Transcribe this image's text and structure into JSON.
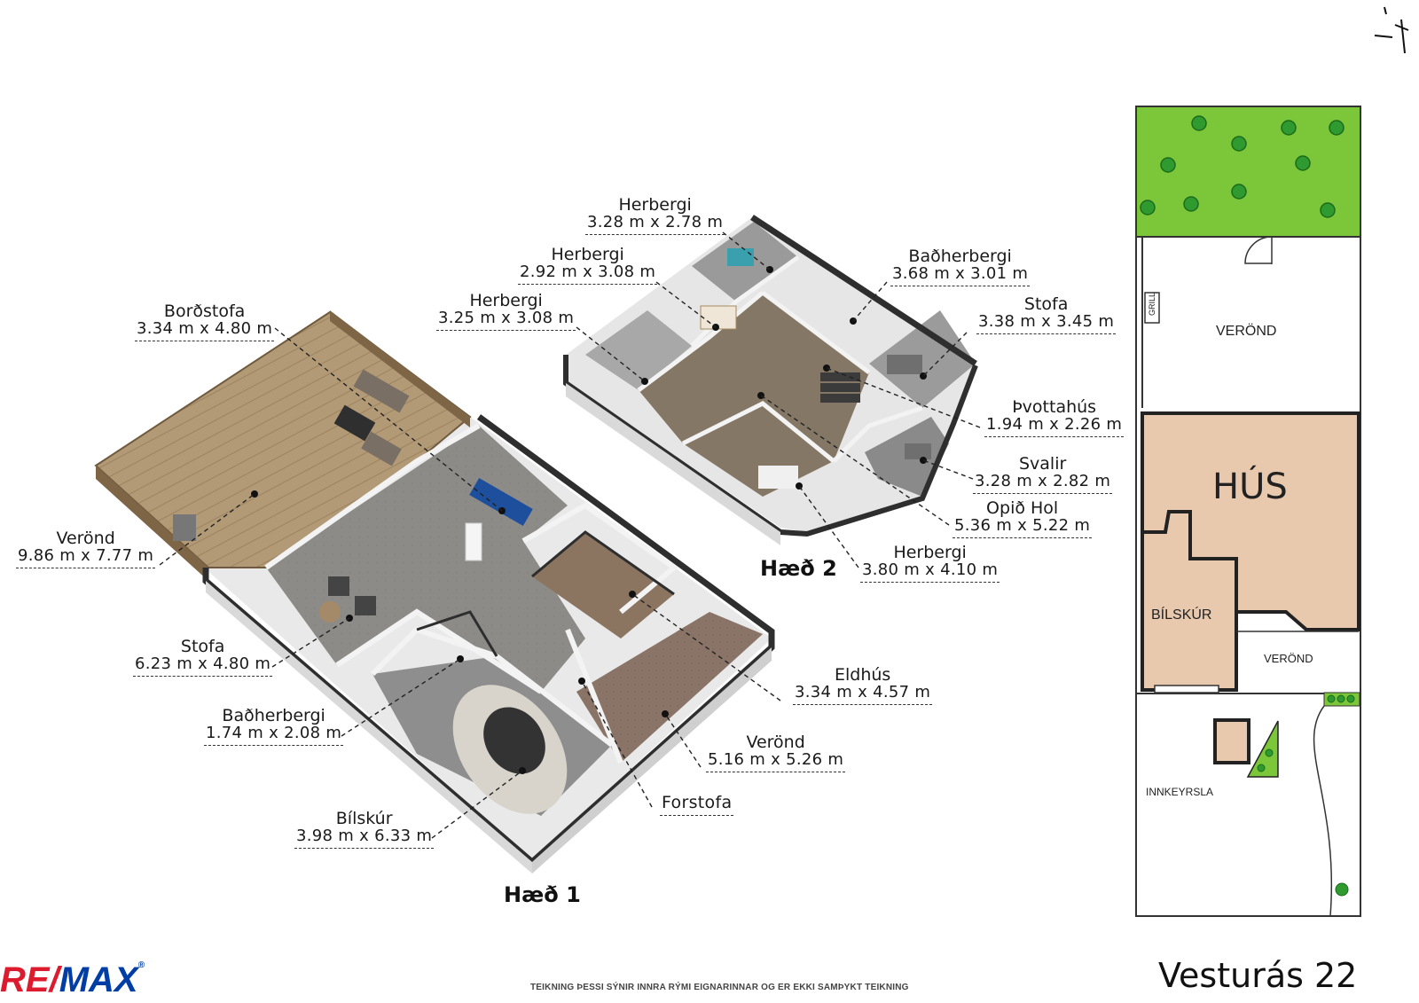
{
  "floors": {
    "floor1": "Hæð 1",
    "floor2": "Hæð 2"
  },
  "rooms_floor1": [
    {
      "name": "Borðstofa",
      "dims": "3.34 m x 4.80 m"
    },
    {
      "name": "Verönd",
      "dims": "9.86 m x 7.77 m"
    },
    {
      "name": "Stofa",
      "dims": "6.23 m x 4.80 m"
    },
    {
      "name": "Baðherbergi",
      "dims": "1.74 m x 2.08 m"
    },
    {
      "name": "Bílskúr",
      "dims": "3.98 m x 6.33 m"
    },
    {
      "name": "Eldhús",
      "dims": "3.34 m x 4.57 m"
    },
    {
      "name": "Verönd",
      "dims": "5.16 m x 5.26 m"
    },
    {
      "name": "Forstofa",
      "dims": ""
    }
  ],
  "rooms_floor2": [
    {
      "name": "Herbergi",
      "dims": "3.28 m x 2.78 m"
    },
    {
      "name": "Herbergi",
      "dims": "2.92 m x 3.08 m"
    },
    {
      "name": "Herbergi",
      "dims": "3.25 m x 3.08 m"
    },
    {
      "name": "Baðherbergi",
      "dims": "3.68 m x 3.01 m"
    },
    {
      "name": "Stofa",
      "dims": "3.38 m x 3.45 m"
    },
    {
      "name": "Þvottahús",
      "dims": "1.94 m x 2.26 m"
    },
    {
      "name": "Svalir",
      "dims": "3.28 m x 2.82 m"
    },
    {
      "name": "Opið Hol",
      "dims": "5.36 m x 5.22 m"
    },
    {
      "name": "Herbergi",
      "dims": "3.80 m x 4.10 m"
    }
  ],
  "site_plan": {
    "house": "HÚS",
    "garage": "BÍLSKÚR",
    "deck_top": "VERÖND",
    "deck_small": "VERÖND",
    "driveway": "INNKEYRSLA",
    "grill": "GRILL"
  },
  "address": "Vesturás 22",
  "disclaimer": "TEIKNING ÞESSI SÝNIR INNRA RÝMI EIGNARINNAR OG ER EKKI SAMÞYKT TEIKNING",
  "logo": {
    "part1": "RE",
    "slash": "/",
    "part2": "MAX",
    "reg": "®"
  },
  "colors": {
    "lawn": "#7cc63a",
    "house_fill": "#e9c9ae",
    "wall": "#2e2e2e",
    "deck_wood": "#a68a66",
    "floor_grey": "#8c8a86",
    "remax_red": "#dc1c2e",
    "remax_blue": "#003da5"
  }
}
